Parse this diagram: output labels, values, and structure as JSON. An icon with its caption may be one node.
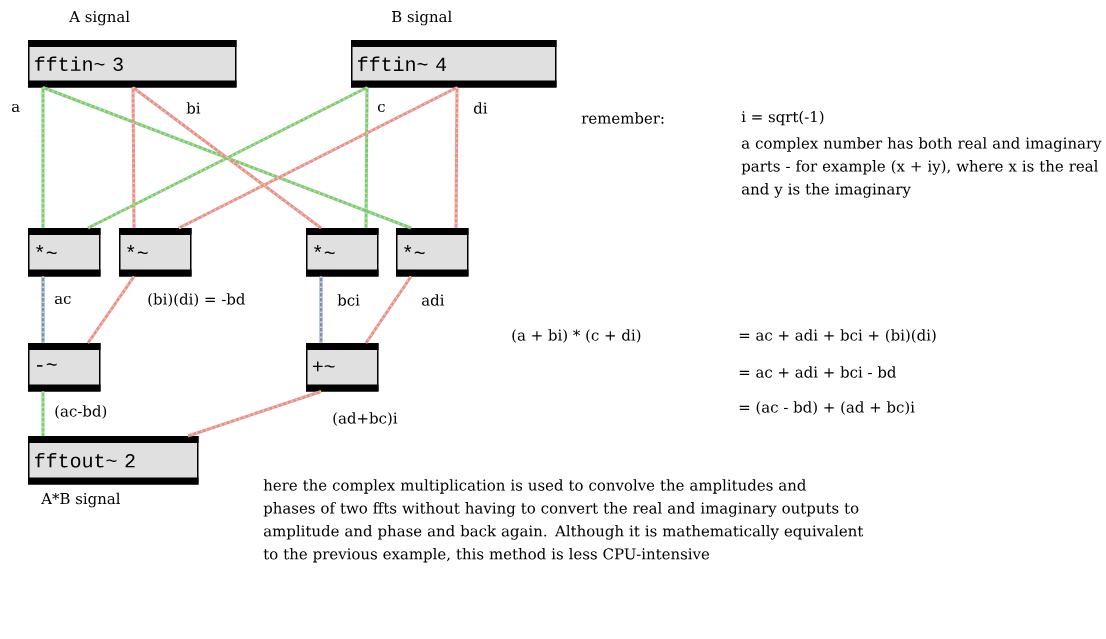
{
  "diagram": {
    "nodes": [
      {
        "text": [
          "fftin~ 3"
        ],
        "beside": [
          "A signal"
        ]
      },
      {
        "text": [
          "fftin~ 4"
        ],
        "beside": [
          "B signal"
        ]
      },
      {
        "text": [
          "*~"
        ]
      },
      {
        "text": [
          "*~"
        ]
      },
      {
        "text": [
          "*~"
        ]
      },
      {
        "text": [
          "*~"
        ]
      },
      {
        "text": [
          "-~"
        ]
      },
      {
        "text": [
          "+~"
        ]
      },
      {
        "text": [
          "fftout~ 2"
        ],
        "beside": [
          "A*B signal"
        ]
      }
    ],
    "edges": [
      {
        "from": 0,
        "to": 2,
        "arrow": "none",
        "color": "#6fcf8a"
      },
      {
        "from": 0,
        "to": 5,
        "arrow": "none",
        "color": "#6fcf8a"
      },
      {
        "from": 0,
        "to": 3,
        "arrow": "none"
      },
      {
        "from": 0,
        "to": 4,
        "arrow": "none"
      },
      {
        "from": 1,
        "to": 2,
        "arrow": "none",
        "color": "#6fcf8a"
      },
      {
        "from": 1,
        "to": 4,
        "arrow": "none",
        "color": "#6fcf8a"
      },
      {
        "from": 1,
        "to": 3,
        "arrow": "none"
      },
      {
        "from": 1,
        "to": 5,
        "arrow": "none"
      },
      {
        "from": 2,
        "to": 6,
        "arrow": "none",
        "color": "#6f8fe0"
      },
      {
        "from": 3,
        "to": 6,
        "arrow": "none"
      },
      {
        "from": 4,
        "to": 7,
        "arrow": "none",
        "color": "#6f8fe0"
      },
      {
        "from": 5,
        "to": 7,
        "arrow": "none"
      },
      {
        "from": 6,
        "to": 8,
        "arrow": "none",
        "color": "#6fcf8a"
      },
      {
        "from": 7,
        "to": 8,
        "arrow": "none"
      }
    ],
    "labels": [
      "a",
      "bi",
      "c",
      "di",
      "remember:",
      "i = sqrt(-1)",
      "a complex number has both real and imaginary parts - for example (x + iy), where x is the real and y is the imaginary",
      "ac",
      "(bi)(di) = -bd",
      "bci",
      "adi",
      "(a + bi) * (c + di)",
      "= ac + adi + bci + (bi)(di)",
      "= ac + adi + bci - bd",
      "(ac-bd)",
      "(ad+bc)i",
      "= (ac - bd) + (ad + bc)i",
      "here the complex multiplication is used to convolve the amplitudes and phases of two ffts without having to convert the real and imaginary outputs to amplitude and phase and back again. Although it is mathematically equivalent to the previous example, this method is less CPU-intensive"
    ]
  }
}
